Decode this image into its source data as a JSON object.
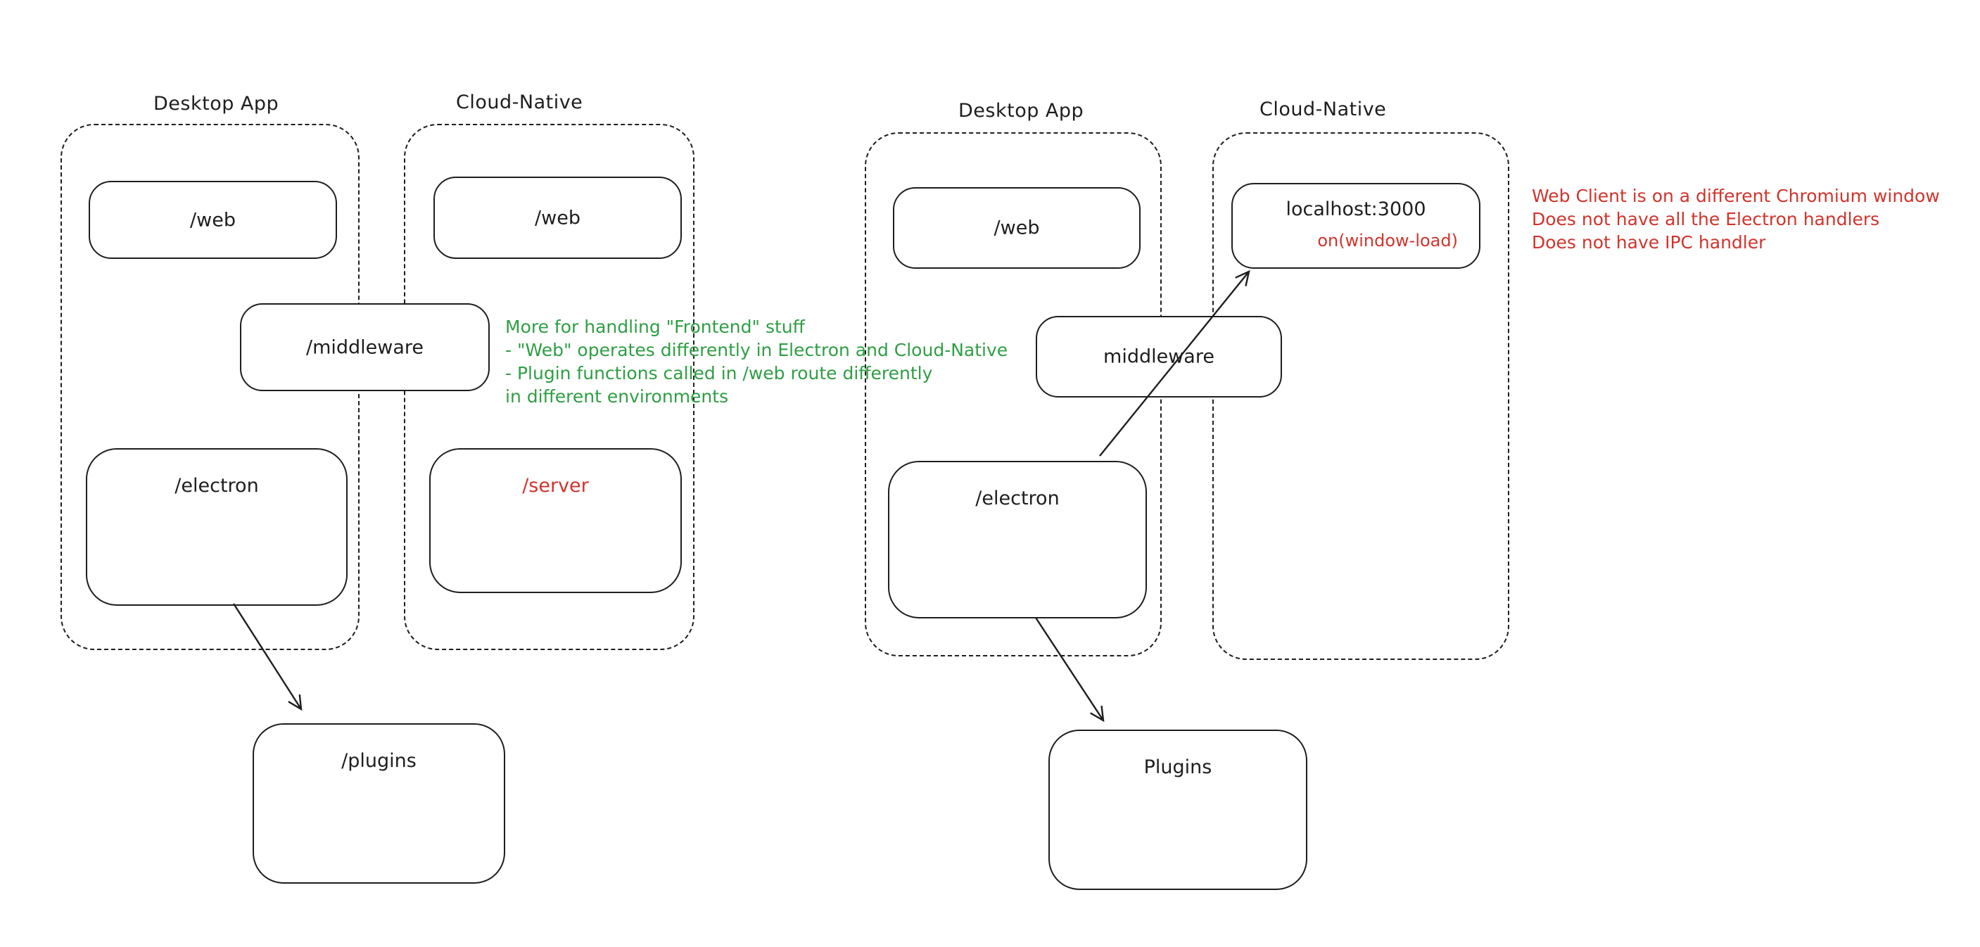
{
  "colors": {
    "stroke": "#1e1e1e",
    "red": "#d0342c",
    "green": "#2f9e44",
    "background": "#ffffff"
  },
  "left": {
    "desktop": {
      "title": "Desktop App",
      "web": "/web",
      "electron": "/electron"
    },
    "cloud": {
      "title": "Cloud-Native",
      "web": "/web",
      "server": "/server"
    },
    "middleware": "/middleware",
    "plugins": "/plugins",
    "note_green": {
      "line1": "More for handling \"Frontend\" stuff",
      "line2": "- \"Web\" operates differently in Electron and Cloud-Native",
      "line3": "- Plugin functions called in /web route differently",
      "line4": "in different environments"
    }
  },
  "right": {
    "desktop": {
      "title": "Desktop App",
      "web": "/web",
      "electron": "/electron"
    },
    "cloud": {
      "title": "Cloud-Native",
      "localhost": "localhost:3000",
      "on_window_load": "on(window-load)"
    },
    "middleware": "middleware",
    "plugins": "Plugins",
    "note_red": {
      "line1": "Web Client is on a different Chromium window",
      "line2": "Does not have all the Electron handlers",
      "line3": "Does not have IPC handler"
    }
  }
}
